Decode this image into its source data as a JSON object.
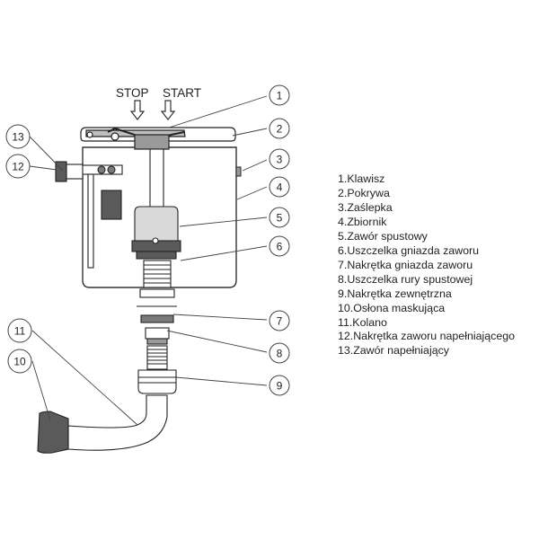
{
  "header": {
    "stop_label": "STOP",
    "start_label": "START"
  },
  "callouts": [
    "1",
    "2",
    "3",
    "4",
    "5",
    "6",
    "7",
    "8",
    "9",
    "10",
    "11",
    "12",
    "13"
  ],
  "legend": [
    "1.Klawisz",
    "2.Pokrywa",
    "3.Zaślepka",
    "4.Zbiornik",
    "5.Zawór spustowy",
    "6.Uszczelka gniazda zaworu",
    "7.Nakrętka gniazda zaworu",
    "8.Uszczelka rury spustowej",
    "9.Nakrętka zewnętrzna",
    "10.Osłona maskująca",
    "11.Kolano",
    "12.Nakrętka zaworu napełniającego",
    "13.Zawór napełniający"
  ]
}
